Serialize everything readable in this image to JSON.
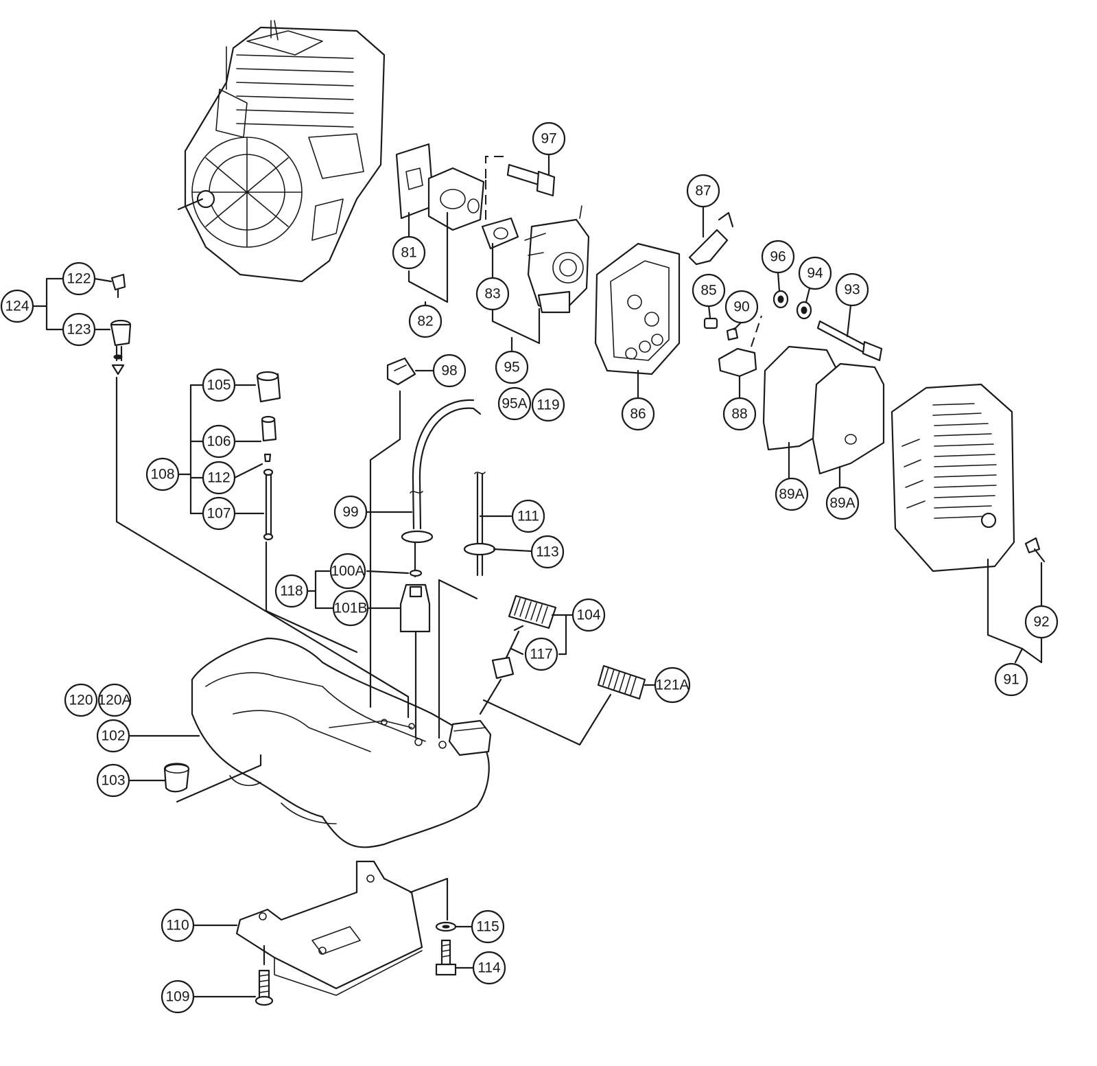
{
  "callouts": {
    "c81": "81",
    "c82": "82",
    "c83": "83",
    "c85": "85",
    "c86": "86",
    "c87": "87",
    "c88": "88",
    "c89a_1": "89A",
    "c89a_2": "89A",
    "c90": "90",
    "c91": "91",
    "c92": "92",
    "c93": "93",
    "c94": "94",
    "c95": "95",
    "c95a": "95A",
    "c96": "96",
    "c97": "97",
    "c98": "98",
    "c99": "99",
    "c100a": "100A",
    "c101b": "101B",
    "c102": "102",
    "c103": "103",
    "c104": "104",
    "c105": "105",
    "c106": "106",
    "c107": "107",
    "c108": "108",
    "c109": "109",
    "c110": "110",
    "c111": "111",
    "c112": "112",
    "c113": "113",
    "c114": "114",
    "c115": "115",
    "c117": "117",
    "c118": "118",
    "c119": "119",
    "c120": "120",
    "c120a": "120A",
    "c121a": "121A",
    "c122": "122",
    "c123": "123",
    "c124": "124"
  },
  "colors": {
    "line": "#1a1a1a",
    "background": "#ffffff"
  }
}
